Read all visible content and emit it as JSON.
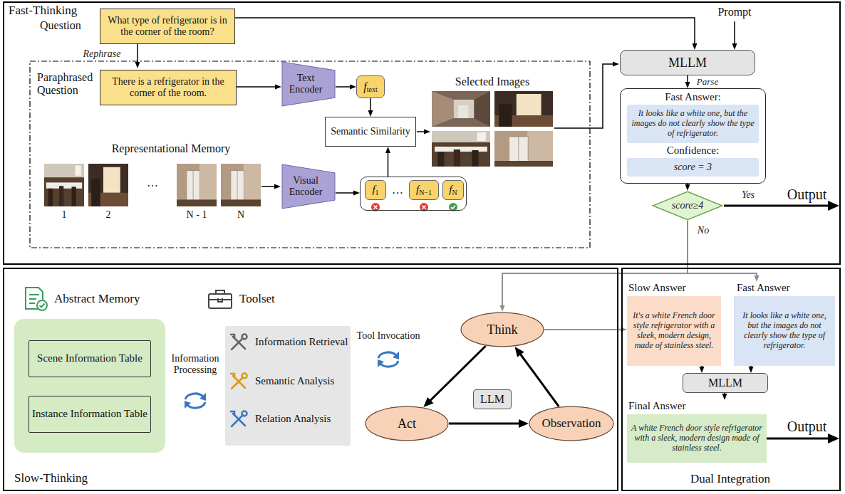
{
  "diagram": {
    "nodes": [
      {
        "text": [
          "Fast-Thinking"
        ]
      },
      {
        "text": [
          "Question",
          "What type of refrigerator is in the corner of the room?"
        ],
        "in": 0
      },
      {
        "text": [
          "MLLM"
        ],
        "in": 0
      },
      {
        "text": [
          "Paraphrased Question",
          "There is a refrigerator in the corner of the room."
        ],
        "in": 0
      },
      {
        "text": [
          "Text Encoder"
        ],
        "in": 0
      },
      {
        "text": [
          "f",
          "text"
        ],
        "in": 0
      },
      {
        "text": [
          "Semantic Similarity"
        ],
        "in": 0
      },
      {
        "text": [
          "Visual Encoder"
        ],
        "in": 0
      },
      {
        "text": [
          "…"
        ],
        "in": 0
      },
      {
        "text": [
          "f",
          "1"
        ],
        "in": 8
      },
      {
        "text": [
          "f",
          "N−1"
        ],
        "in": 8
      },
      {
        "text": [
          "f",
          "N"
        ],
        "in": 8
      },
      {
        "text": [
          "Fast Answer:",
          "Confidence:"
        ],
        "in": 0
      },
      {
        "text": [
          "It looks like a white one, but the images do not clearly show the type of refrigerator."
        ],
        "in": 12
      },
      {
        "text": [
          "score = 3"
        ],
        "in": 12
      },
      {
        "text": [
          "score≥4"
        ],
        "in": 0
      },
      {
        "text": [
          "Slow-Thinking"
        ]
      },
      {
        "text": [
          "Abstract Memory"
        ],
        "in": 16
      },
      {
        "text": [
          "Scene Information Table"
        ],
        "in": 17
      },
      {
        "text": [
          "Instance Information Table"
        ],
        "in": 17
      },
      {
        "text": [
          "Toolset",
          "Information Retrieval",
          "Semantic Analysis",
          "Relation Analysis"
        ],
        "in": 16
      },
      {
        "text": [
          "Think"
        ],
        "in": 16
      },
      {
        "text": [
          "Act"
        ],
        "in": 16
      },
      {
        "text": [
          "Observation"
        ],
        "in": 16
      },
      {
        "text": [
          "LLM"
        ],
        "in": 16
      },
      {
        "text": [
          "Dual Integration"
        ]
      },
      {
        "text": [
          "Slow Answer",
          "It's a white French door style refrigerator with a sleek, modern design, made of stainless steel."
        ],
        "in": 25
      },
      {
        "text": [
          "Fast Answer",
          "It looks like a white one, but the images do not clearly show the type of refrigerator."
        ],
        "in": 25
      },
      {
        "text": [
          "MLLM"
        ],
        "in": 25
      },
      {
        "text": [
          "Final Answer",
          "A white French door style refrigerator with a sleek, modern design made of stainless steel."
        ],
        "in": 25
      }
    ],
    "edges": [
      {
        "from": 1,
        "to": 2,
        "arrow": "to"
      },
      {
        "from": 1,
        "to": 3,
        "label": "Rephrase",
        "arrow": "to"
      },
      {
        "from": 3,
        "to": 4,
        "arrow": "to"
      },
      {
        "from": 4,
        "to": 5,
        "arrow": "to"
      },
      {
        "from": 5,
        "to": 6,
        "arrow": "to"
      },
      {
        "from": 7,
        "to": 8,
        "arrow": "to"
      },
      {
        "from": 8,
        "to": 6,
        "arrow": "to"
      },
      {
        "from": 2,
        "to": 12,
        "label": "Parse",
        "arrow": "to"
      },
      {
        "from": 12,
        "to": 15,
        "arrow": "to"
      },
      {
        "from": 15,
        "to": 21,
        "arrow": "to"
      },
      {
        "from": 15,
        "to": 27,
        "arrow": "to"
      },
      {
        "from": 21,
        "to": 22,
        "arrow": "to"
      },
      {
        "from": 22,
        "to": 23,
        "arrow": "to"
      },
      {
        "from": 23,
        "to": 21,
        "arrow": "to"
      },
      {
        "from": 21,
        "to": 26,
        "arrow": "to"
      },
      {
        "from": 26,
        "to": 28,
        "arrow": "to"
      },
      {
        "from": 27,
        "to": 28,
        "arrow": "to"
      },
      {
        "from": 28,
        "to": 29,
        "arrow": "to"
      }
    ],
    "labels": [
      "Selected Images",
      "Representational Memory",
      "1",
      "2",
      "…",
      "N - 1",
      "N",
      "Prompt",
      "Yes",
      "Output",
      "No",
      "Information Processing",
      "Tool Invocation",
      "Output"
    ]
  }
}
